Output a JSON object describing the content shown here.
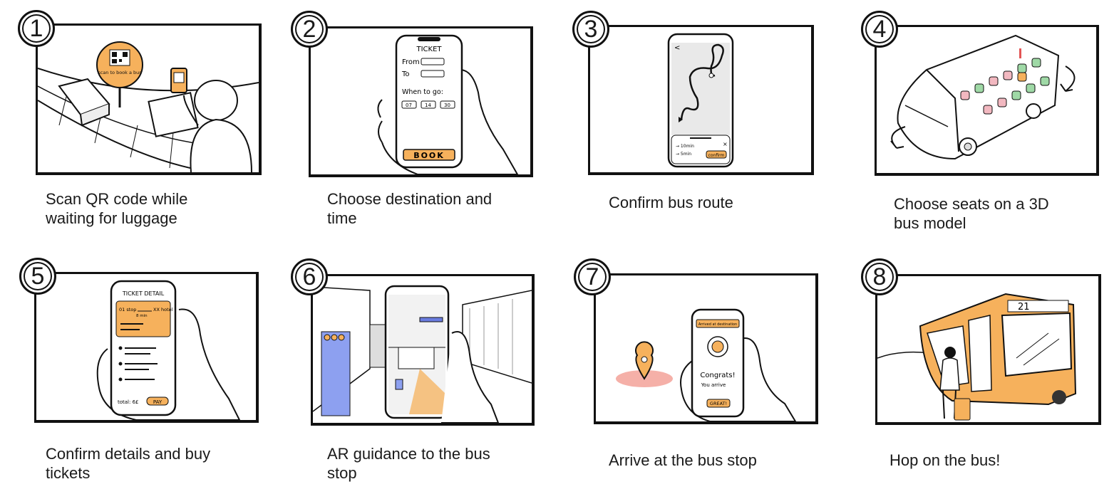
{
  "steps": [
    {
      "number": "1",
      "caption": "Scan QR code while waiting for luggage",
      "sign_text": "scan to book a bus"
    },
    {
      "number": "2",
      "caption": "Choose destination and time",
      "screen_title": "TICKET",
      "from_label": "From",
      "to_label": "To",
      "when_label": "When to go:",
      "date_fields": [
        "07",
        "14",
        "30"
      ],
      "book_button": "BOOK"
    },
    {
      "number": "3",
      "caption": "Confirm bus route",
      "confirm_button": "confirm",
      "route_line1": "→ 10min",
      "route_line2": "→ 5min"
    },
    {
      "number": "4",
      "caption": "Choose seats on a 3D bus model"
    },
    {
      "number": "5",
      "caption": "Confirm details and buy tickets",
      "screen_title": "TICKET DETAIL",
      "origin": "01 stop",
      "duration": "8 min",
      "destination": "XX hotel",
      "total": "total: 6£",
      "pay_button": "PAY"
    },
    {
      "number": "6",
      "caption": "AR guidance to the bus stop"
    },
    {
      "number": "7",
      "caption": "Arrive at the bus stop",
      "banner": "Arrived at destination",
      "congrats": "Congrats!",
      "arrive": "You arrive",
      "great_button": "GREAT!"
    },
    {
      "number": "8",
      "caption": "Hop on the bus!",
      "bus_number": "21"
    }
  ],
  "colors": {
    "accent": "#f6b15c",
    "accent_dark": "#e59b3c",
    "seat_green": "#9fd9a6",
    "seat_pink": "#f2b8c0",
    "ar_blue": "#8da0f0",
    "pin_pink": "#f5b0a8"
  }
}
